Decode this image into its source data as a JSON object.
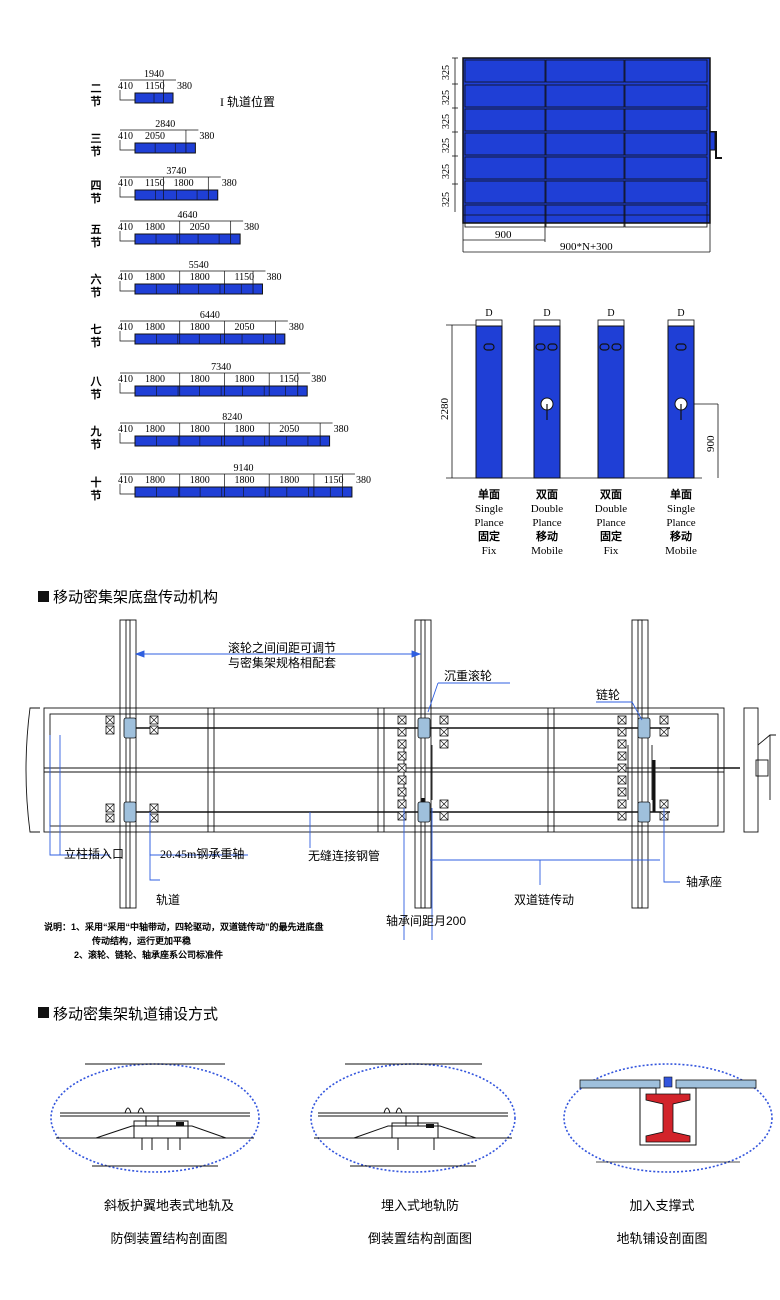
{
  "colors": {
    "blue": "#1f3fd6",
    "outline": "#111111",
    "accent_blue": "#2f5fe0",
    "dot_blue": "#3355dd",
    "red": "#d2232a",
    "steel": "#9fc0dc"
  },
  "track_legend": "I 轨道位置",
  "section_rows": [
    {
      "label": "二节",
      "total": "1940",
      "segs": [
        "410",
        "1150",
        "380"
      ]
    },
    {
      "label": "三节",
      "total": "2840",
      "segs": [
        "410",
        "2050",
        "380"
      ]
    },
    {
      "label": "四节",
      "total": "3740",
      "segs": [
        "410",
        "1150",
        "1800",
        "380"
      ]
    },
    {
      "label": "五节",
      "total": "4640",
      "segs": [
        "410",
        "1800",
        "2050",
        "380"
      ]
    },
    {
      "label": "六节",
      "total": "5540",
      "segs": [
        "410",
        "1800",
        "1800",
        "1150",
        "380"
      ]
    },
    {
      "label": "七节",
      "total": "6440",
      "segs": [
        "410",
        "1800",
        "1800",
        "2050",
        "380"
      ]
    },
    {
      "label": "八节",
      "total": "7340",
      "segs": [
        "410",
        "1800",
        "1800",
        "1800",
        "1150",
        "380"
      ]
    },
    {
      "label": "九节",
      "total": "8240",
      "segs": [
        "410",
        "1800",
        "1800",
        "1800",
        "2050",
        "380"
      ]
    },
    {
      "label": "十节",
      "total": "9140",
      "segs": [
        "410",
        "1800",
        "1800",
        "1800",
        "1800",
        "1150",
        "380"
      ]
    }
  ],
  "plan_view": {
    "row_height": "325",
    "col_width": "900",
    "formula": "900*N+300"
  },
  "elevation": {
    "depth": "D",
    "height": "2280",
    "handle_height": "900",
    "cabinets": [
      {
        "zh1": "单面",
        "en1": "Single",
        "en2": "Plance",
        "zh2": "固定",
        "en3": "Fix"
      },
      {
        "zh1": "双面",
        "en1": "Double",
        "en2": "Plance",
        "zh2": "移动",
        "en3": "Mobile"
      },
      {
        "zh1": "双面",
        "en1": "Double",
        "en2": "Plance",
        "zh2": "固定",
        "en3": "Fix"
      },
      {
        "zh1": "单面",
        "en1": "Single",
        "en2": "Plance",
        "zh2": "移动",
        "en3": "Mobile"
      }
    ]
  },
  "chassis": {
    "title": "移动密集架底盘传动机构",
    "roller_spacing_1": "滚轮之间间距可调节",
    "roller_spacing_2": "与密集架规格相配套",
    "heavy_roller": "沉重滚轮",
    "sprocket": "链轮",
    "post_socket": "立柱插入口",
    "axle": "20.45m钢承重轴",
    "seamless_pipe": "无缝连接钢管",
    "track": "轨道",
    "bearing_seat": "轴承座",
    "double_chain": "双道链传动",
    "bearing_spacing": "轴承间距月200",
    "note_1": "说明：1、采用“采用“中轴带动，四轮驱动，双道链传动”的最先进底盘",
    "note_1b": "传动结构，运行更加平稳",
    "note_2": "2、滚轮、链轮、轴承座系公司标准件"
  },
  "rails": {
    "title": "移动密集架轨道铺设方式",
    "captions": [
      {
        "line1": "斜板护翼地表式地轨及",
        "line2": "防倒装置结构剖面图"
      },
      {
        "line1": "埋入式地轨防",
        "line2": "倒装置结构剖面图"
      },
      {
        "line1": "加入支撑式",
        "line2": "地轨铺设剖面图"
      }
    ]
  }
}
